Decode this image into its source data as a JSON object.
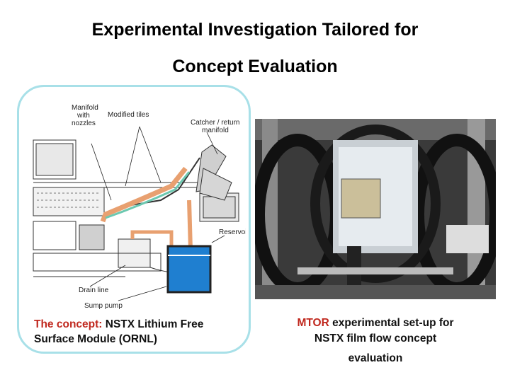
{
  "slide": {
    "title_line1": "Experimental Investigation Tailored for",
    "title_line2": "Concept Evaluation"
  },
  "diagram": {
    "labels": {
      "manifold_1": "Manifold",
      "manifold_2": "with",
      "manifold_3": "nozzles",
      "modified_tiles": "Modified tiles",
      "catcher_1": "Catcher / return",
      "catcher_2": "manifold",
      "reservoir": "Reservoir",
      "drain_line": "Drain line",
      "sump_pump": "Sump pump"
    },
    "colors": {
      "flow": "#e8a070",
      "liquid": "#1f7fd0",
      "stream": "#6cc8b0"
    }
  },
  "captions": {
    "left_prefix": "The concept:",
    "left_body": " NSTX Lithium Free Surface Module (ORNL)",
    "right_prefix": "MTOR",
    "right_line1_rest": " experimental set-up for",
    "right_line2": "NSTX film flow concept",
    "right_line3": "evaluation"
  },
  "colors": {
    "panel_border": "#a8e0e8",
    "accent_red": "#c0281e"
  }
}
